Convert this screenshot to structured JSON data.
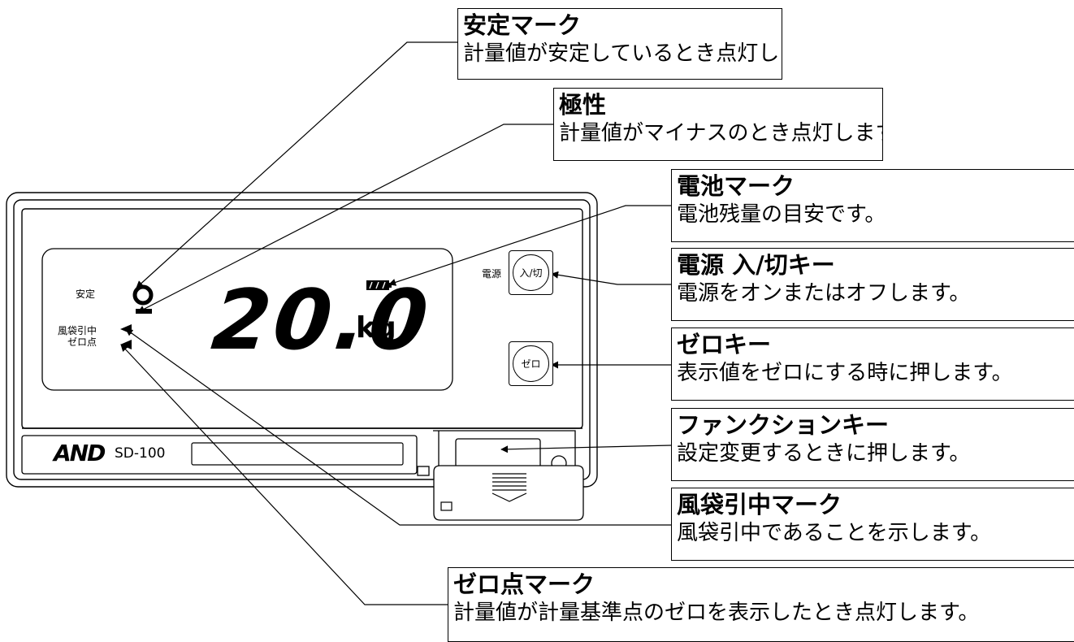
{
  "display": {
    "stable_label": "安定",
    "bag_label": "風袋引中",
    "zero_label": "ゼロ点",
    "reading": "20.0",
    "unit": "kg",
    "power_label": "電源",
    "power_key": "入/切",
    "zero_key": "ゼロ",
    "brand": "AND",
    "model": "SD-100"
  },
  "callouts": [
    {
      "id": "stable",
      "title": "安定マーク",
      "desc": "計量値が安定しているとき点灯します。"
    },
    {
      "id": "polarity",
      "title": "極性",
      "desc": "計量値がマイナスのとき点灯します。"
    },
    {
      "id": "battery",
      "title": "電池マーク",
      "desc": "電池残量の目安です。"
    },
    {
      "id": "power",
      "title": "電源 入/切キー",
      "desc": "電源をオンまたはオフします。"
    },
    {
      "id": "zero-key",
      "title": "ゼロキー",
      "desc": "表示値をゼロにする時に押します。"
    },
    {
      "id": "function",
      "title": "ファンクションキー",
      "desc": "設定変更するときに押します。"
    },
    {
      "id": "tare",
      "title": "風袋引中マーク",
      "desc": "風袋引中であることを示します。"
    },
    {
      "id": "zero-point",
      "title": "ゼロ点マーク",
      "desc": "計量値が計量基準点のゼロを表示したとき点灯します。"
    }
  ]
}
